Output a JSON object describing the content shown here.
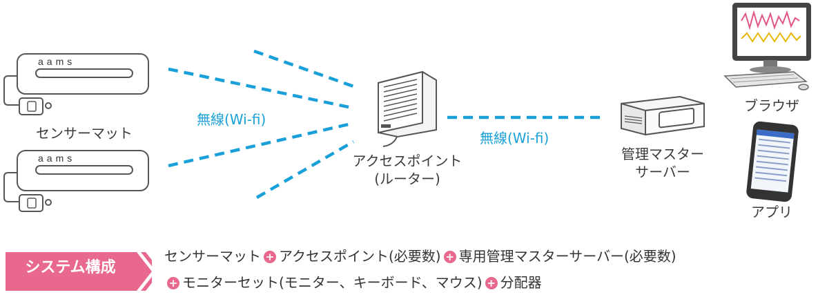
{
  "colors": {
    "wifi": "#1aa0d8",
    "accent": "#e8698d",
    "device_outline": "#555555"
  },
  "sensor_mat": {
    "brand_text": "aams",
    "label": "センサーマット"
  },
  "wifi_label": "無線(Wi-fi)",
  "access_point": {
    "label_line1": "アクセスポイント",
    "label_line2": "(ルーター)"
  },
  "server": {
    "label_line1": "管理マスター",
    "label_line2": "サーバー"
  },
  "browser": {
    "label": "ブラウザ"
  },
  "app": {
    "label": "アプリ"
  },
  "system": {
    "badge": "システム構成",
    "items_line1": [
      "センサーマット",
      "アクセスポイント(必要数)",
      "専用管理マスターサーバー(必要数)"
    ],
    "items_line2": [
      "モニターセット(モニター、キーボード、マウス)",
      "分配器"
    ],
    "plus_symbol": "+"
  }
}
